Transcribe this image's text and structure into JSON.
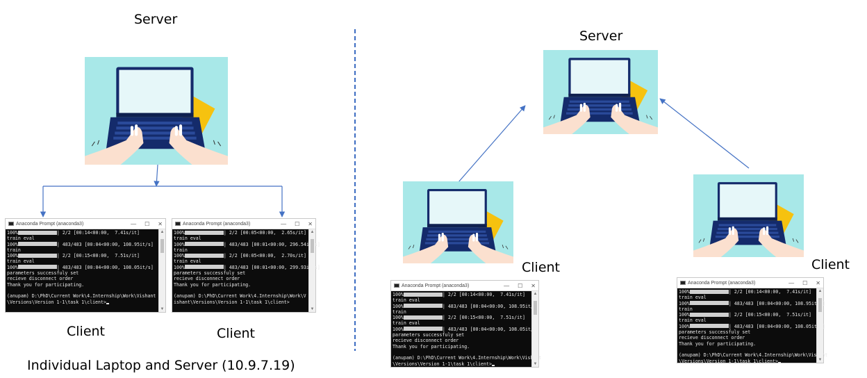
{
  "labels": {
    "left_server": "Server",
    "right_server": "Server",
    "left_client_1": "Client",
    "left_client_2": "Client",
    "right_client_1": "Client",
    "right_client_2": "Client"
  },
  "caption": "Individual Laptop and Server (10.9.7.19)",
  "colors": {
    "arrow": "#4472c4",
    "divider": "#4472c4",
    "laptop_bg": "#a8e8e8",
    "laptop_screen": "#e6f7f9",
    "laptop_body": "#142b6b",
    "paper": "#f6c20f"
  },
  "terminal_title": "Anaconda Prompt (anaconda3)",
  "terminal_controls": [
    "—",
    "☐",
    "✕"
  ],
  "terminal_a": [
    {
      "pre": "100%",
      "bar": true,
      "post": "| 2/2 [00:14<00:00,  7.41s/it]"
    },
    {
      "pre": "train eval"
    },
    {
      "pre": "100%",
      "bar": true,
      "post": "| 483/483 [00:04<00:00, 108.95it/s]"
    },
    {
      "pre": "train"
    },
    {
      "pre": "100%",
      "bar": true,
      "post": "| 2/2 [00:15<00:00,  7.51s/it]"
    },
    {
      "pre": "train eval"
    },
    {
      "pre": "100%",
      "bar": true,
      "post": "| 483/483 [00:04<00:00, 108.05it/s]"
    },
    {
      "pre": "parameters successfuly set"
    },
    {
      "pre": "recieve disconnect order"
    },
    {
      "pre": "Thank you for participating."
    },
    {
      "pre": ""
    },
    {
      "pre": "(anupam) D:\\PhD\\Current Work\\4.Internship\\Work\\Vishant"
    },
    {
      "pre": "\\Versions\\Version 1-1\\task 1\\client>",
      "cursor": true
    }
  ],
  "terminal_b": [
    {
      "pre": "100%",
      "bar": true,
      "post": "| 2/2 [00:05<00:00,  2.65s/it]"
    },
    {
      "pre": "train eval"
    },
    {
      "pre": "100%",
      "bar": true,
      "post": "| 483/483 [00:01<00:00, 296.54it/s]"
    },
    {
      "pre": "train"
    },
    {
      "pre": "100%",
      "bar": true,
      "post": "| 2/2 [00:05<00:00,  2.70s/it]"
    },
    {
      "pre": "train eval"
    },
    {
      "pre": "100%",
      "bar": true,
      "post": "| 483/483 [00:01<00:00, 299.93it/s]"
    },
    {
      "pre": "parameters successfuly set"
    },
    {
      "pre": "recieve disconnect order"
    },
    {
      "pre": "Thank you for participating."
    },
    {
      "pre": ""
    },
    {
      "pre": "(anupam) D:\\PhD\\Current Work\\4.Internship\\Work\\V"
    },
    {
      "pre": "ishant\\Versions\\Version 1-1\\task 1\\client>"
    }
  ]
}
